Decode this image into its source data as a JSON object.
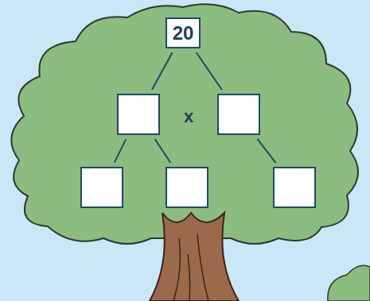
{
  "diagram": {
    "nodes": [
      {
        "text": [
          "20"
        ]
      },
      {
        "text": []
      },
      {
        "text": []
      },
      {
        "text": []
      },
      {
        "text": []
      },
      {
        "text": []
      }
    ],
    "edges": [
      {
        "from": 0,
        "to": 1,
        "arrow": "none"
      },
      {
        "from": 0,
        "to": 2,
        "arrow": "none"
      },
      {
        "from": 1,
        "to": 3,
        "arrow": "none"
      },
      {
        "from": 1,
        "to": 4,
        "arrow": "none"
      },
      {
        "from": 2,
        "to": 5,
        "arrow": "none"
      }
    ],
    "labels": [
      "x"
    ]
  }
}
